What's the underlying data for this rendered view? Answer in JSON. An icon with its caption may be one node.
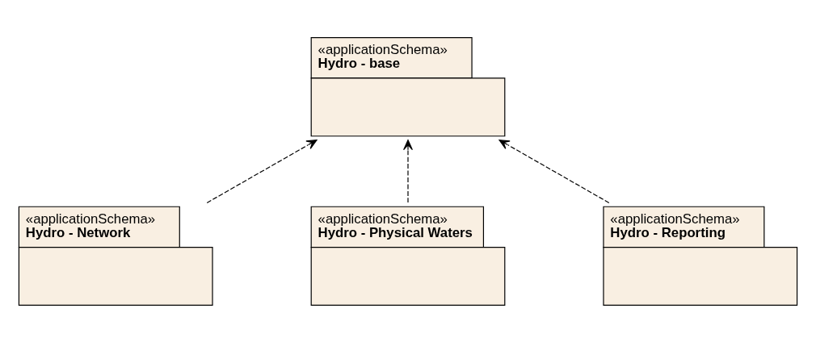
{
  "diagram": {
    "nodes": [
      {
        "text": [
          "«applicationSchema»",
          "Hydro - base"
        ]
      },
      {
        "text": [
          "«applicationSchema»",
          "Hydro - Network"
        ]
      },
      {
        "text": [
          "«applicationSchema»",
          "Hydro - Physical Waters"
        ]
      },
      {
        "text": [
          "«applicationSchema»",
          "Hydro - Reporting"
        ]
      }
    ],
    "edges": [
      {
        "from": 1,
        "to": 0,
        "arrow": "to",
        "style": "dashed"
      },
      {
        "from": 2,
        "to": 0,
        "arrow": "to",
        "style": "dashed"
      },
      {
        "from": 3,
        "to": 0,
        "arrow": "to",
        "style": "dashed"
      }
    ]
  }
}
